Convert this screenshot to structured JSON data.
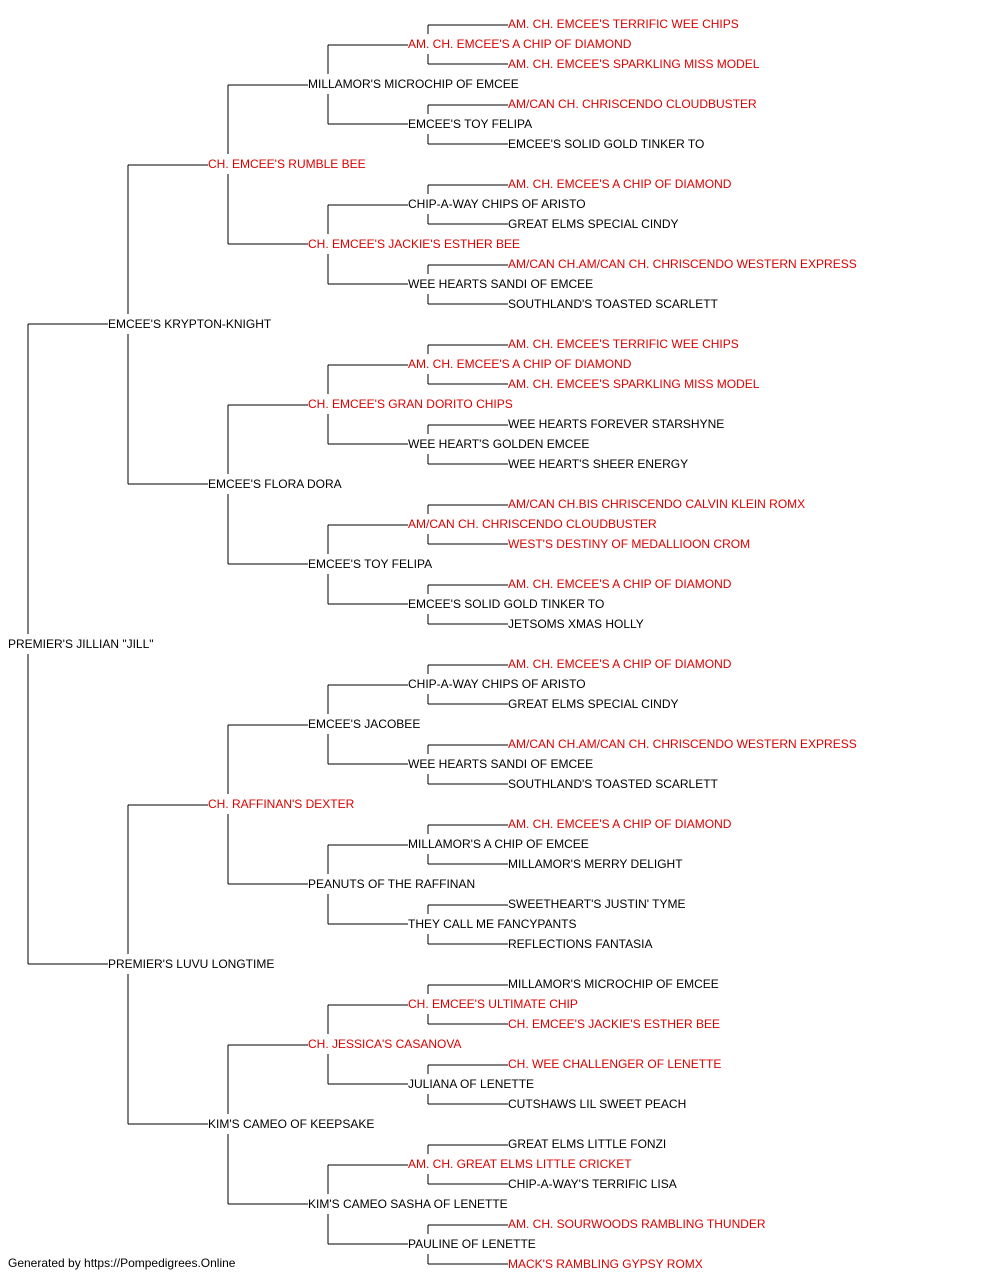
{
  "pedigree": {
    "name": "PREMIER'S JILLIAN \"JILL\"",
    "champion": false,
    "sire": {
      "name": "EMCEE'S KRYPTON-KNIGHT",
      "champion": false,
      "sire": {
        "name": "CH. EMCEE'S RUMBLE BEE",
        "champion": true,
        "sire": {
          "name": "MILLAMOR'S MICROCHIP OF EMCEE",
          "champion": false,
          "sire": {
            "name": "AM. CH. EMCEE'S A CHIP OF DIAMOND",
            "champion": true,
            "sire": {
              "name": "AM. CH. EMCEE'S TERRIFIC WEE CHIPS",
              "champion": true
            },
            "dam": {
              "name": "AM. CH. EMCEE'S SPARKLING MISS MODEL",
              "champion": true
            }
          },
          "dam": {
            "name": "EMCEE'S TOY FELIPA",
            "champion": false,
            "sire": {
              "name": "AM/CAN CH. CHRISCENDO CLOUDBUSTER",
              "champion": true
            },
            "dam": {
              "name": "EMCEE'S SOLID GOLD TINKER TO",
              "champion": false
            }
          }
        },
        "dam": {
          "name": "CH. EMCEE'S JACKIE'S ESTHER BEE",
          "champion": true,
          "sire": {
            "name": "CHIP-A-WAY CHIPS OF ARISTO",
            "champion": false,
            "sire": {
              "name": "AM. CH. EMCEE'S A CHIP OF DIAMOND",
              "champion": true
            },
            "dam": {
              "name": "GREAT ELMS SPECIAL CINDY",
              "champion": false
            }
          },
          "dam": {
            "name": "WEE HEARTS SANDI OF EMCEE",
            "champion": false,
            "sire": {
              "name": "AM/CAN CH.AM/CAN CH. CHRISCENDO WESTERN EXPRESS",
              "champion": true
            },
            "dam": {
              "name": "SOUTHLAND'S TOASTED SCARLETT",
              "champion": false
            }
          }
        }
      },
      "dam": {
        "name": "EMCEE'S FLORA DORA",
        "champion": false,
        "sire": {
          "name": "CH. EMCEE'S GRAN DORITO CHIPS",
          "champion": true,
          "sire": {
            "name": "AM. CH. EMCEE'S A CHIP OF DIAMOND",
            "champion": true,
            "sire": {
              "name": "AM. CH. EMCEE'S TERRIFIC WEE CHIPS",
              "champion": true
            },
            "dam": {
              "name": "AM. CH. EMCEE'S SPARKLING MISS MODEL",
              "champion": true
            }
          },
          "dam": {
            "name": "WEE HEART'S GOLDEN EMCEE",
            "champion": false,
            "sire": {
              "name": "WEE HEARTS FOREVER STARSHYNE",
              "champion": false
            },
            "dam": {
              "name": "WEE HEART'S SHEER ENERGY",
              "champion": false
            }
          }
        },
        "dam": {
          "name": "EMCEE'S TOY FELIPA",
          "champion": false,
          "sire": {
            "name": "AM/CAN CH. CHRISCENDO CLOUDBUSTER",
            "champion": true,
            "sire": {
              "name": "AM/CAN CH.BIS CHRISCENDO CALVIN KLEIN ROMX",
              "champion": true
            },
            "dam": {
              "name": "WEST'S DESTINY OF MEDALLIOON CROM",
              "champion": true
            }
          },
          "dam": {
            "name": "EMCEE'S SOLID GOLD TINKER TO",
            "champion": false,
            "sire": {
              "name": "AM. CH. EMCEE'S A CHIP OF DIAMOND",
              "champion": true
            },
            "dam": {
              "name": "JETSOMS XMAS HOLLY",
              "champion": false
            }
          }
        }
      }
    },
    "dam": {
      "name": "PREMIER'S LUVU LONGTIME",
      "champion": false,
      "sire": {
        "name": "CH. RAFFINAN'S DEXTER",
        "champion": true,
        "sire": {
          "name": "EMCEE'S JACOBEE",
          "champion": false,
          "sire": {
            "name": "CHIP-A-WAY CHIPS OF ARISTO",
            "champion": false,
            "sire": {
              "name": "AM. CH. EMCEE'S A CHIP OF DIAMOND",
              "champion": true
            },
            "dam": {
              "name": "GREAT ELMS SPECIAL CINDY",
              "champion": false
            }
          },
          "dam": {
            "name": "WEE HEARTS SANDI OF EMCEE",
            "champion": false,
            "sire": {
              "name": "AM/CAN CH.AM/CAN CH. CHRISCENDO WESTERN EXPRESS",
              "champion": true
            },
            "dam": {
              "name": "SOUTHLAND'S TOASTED SCARLETT",
              "champion": false
            }
          }
        },
        "dam": {
          "name": "PEANUTS OF THE RAFFINAN",
          "champion": false,
          "sire": {
            "name": "MILLAMOR'S A CHIP OF EMCEE",
            "champion": false,
            "sire": {
              "name": "AM. CH. EMCEE'S A CHIP OF DIAMOND",
              "champion": true
            },
            "dam": {
              "name": "MILLAMOR'S MERRY DELIGHT",
              "champion": false
            }
          },
          "dam": {
            "name": "THEY CALL ME FANCYPANTS",
            "champion": false,
            "sire": {
              "name": "SWEETHEART'S JUSTIN' TYME",
              "champion": false
            },
            "dam": {
              "name": "REFLECTIONS FANTASIA",
              "champion": false
            }
          }
        }
      },
      "dam": {
        "name": "KIM'S CAMEO OF KEEPSAKE",
        "champion": false,
        "sire": {
          "name": "CH. JESSICA'S CASANOVA",
          "champion": true,
          "sire": {
            "name": "CH. EMCEE'S ULTIMATE CHIP",
            "champion": true,
            "sire": {
              "name": "MILLAMOR'S MICROCHIP OF EMCEE",
              "champion": false
            },
            "dam": {
              "name": "CH. EMCEE'S JACKIE'S ESTHER BEE",
              "champion": true
            }
          },
          "dam": {
            "name": "JULIANA OF LENETTE",
            "champion": false,
            "sire": {
              "name": "CH. WEE CHALLENGER OF LENETTE",
              "champion": true
            },
            "dam": {
              "name": "CUTSHAWS LIL SWEET PEACH",
              "champion": false
            }
          }
        },
        "dam": {
          "name": "KIM'S CAMEO SASHA OF LENETTE",
          "champion": false,
          "sire": {
            "name": "AM. CH. GREAT ELMS LITTLE CRICKET",
            "champion": true,
            "sire": {
              "name": "GREAT ELMS LITTLE FONZI",
              "champion": false
            },
            "dam": {
              "name": "CHIP-A-WAY'S TERRIFIC LISA",
              "champion": false
            }
          },
          "dam": {
            "name": "PAULINE OF LENETTE",
            "champion": false,
            "sire": {
              "name": "AM. CH. SOURWOODS RAMBLING THUNDER",
              "champion": true
            },
            "dam": {
              "name": "MACK'S RAMBLING GYPSY ROMX",
              "champion": true
            }
          }
        }
      }
    }
  },
  "colors": {
    "champion_text": "#dd0000",
    "normal_text": "#000000",
    "connector": "#000000",
    "background": "#ffffff"
  },
  "footer": {
    "text": "Generated by https://Pompedigrees.Online"
  }
}
